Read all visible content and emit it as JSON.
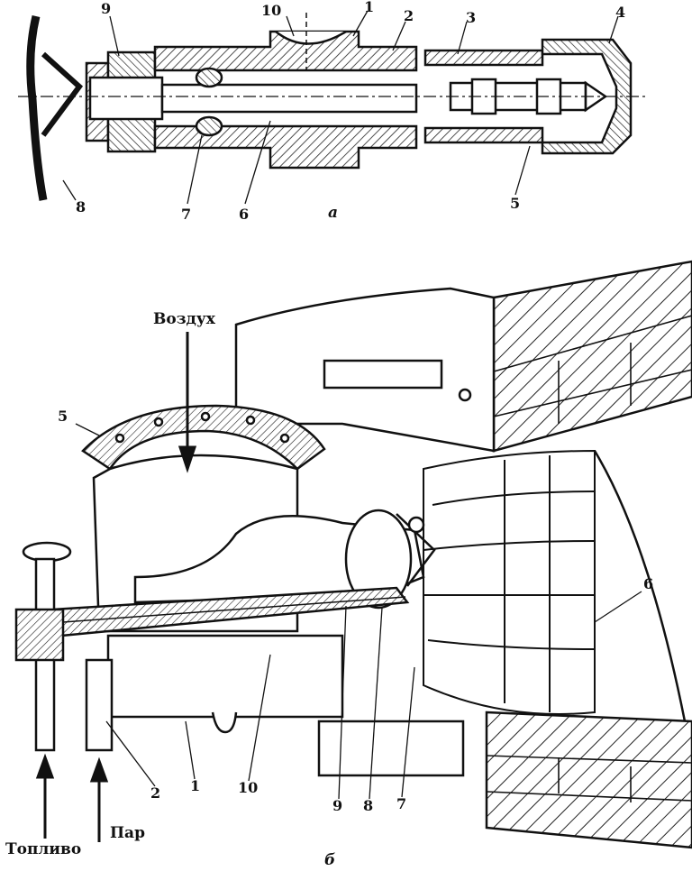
{
  "figure_a": {
    "caption": "а",
    "labels": {
      "l1": "1",
      "l2": "2",
      "l3": "3",
      "l4": "4",
      "l5": "5",
      "l6": "6",
      "l7": "7",
      "l8": "8",
      "l9": "9",
      "l10": "10"
    }
  },
  "figure_b": {
    "caption": "б",
    "air": "Воздух",
    "fuel": "Топливо",
    "steam": "Пар",
    "labels": {
      "l1": "1",
      "l2": "2",
      "l5": "5",
      "l6": "6",
      "l7": "7",
      "l8": "8",
      "l9": "9",
      "l10": "10"
    }
  }
}
